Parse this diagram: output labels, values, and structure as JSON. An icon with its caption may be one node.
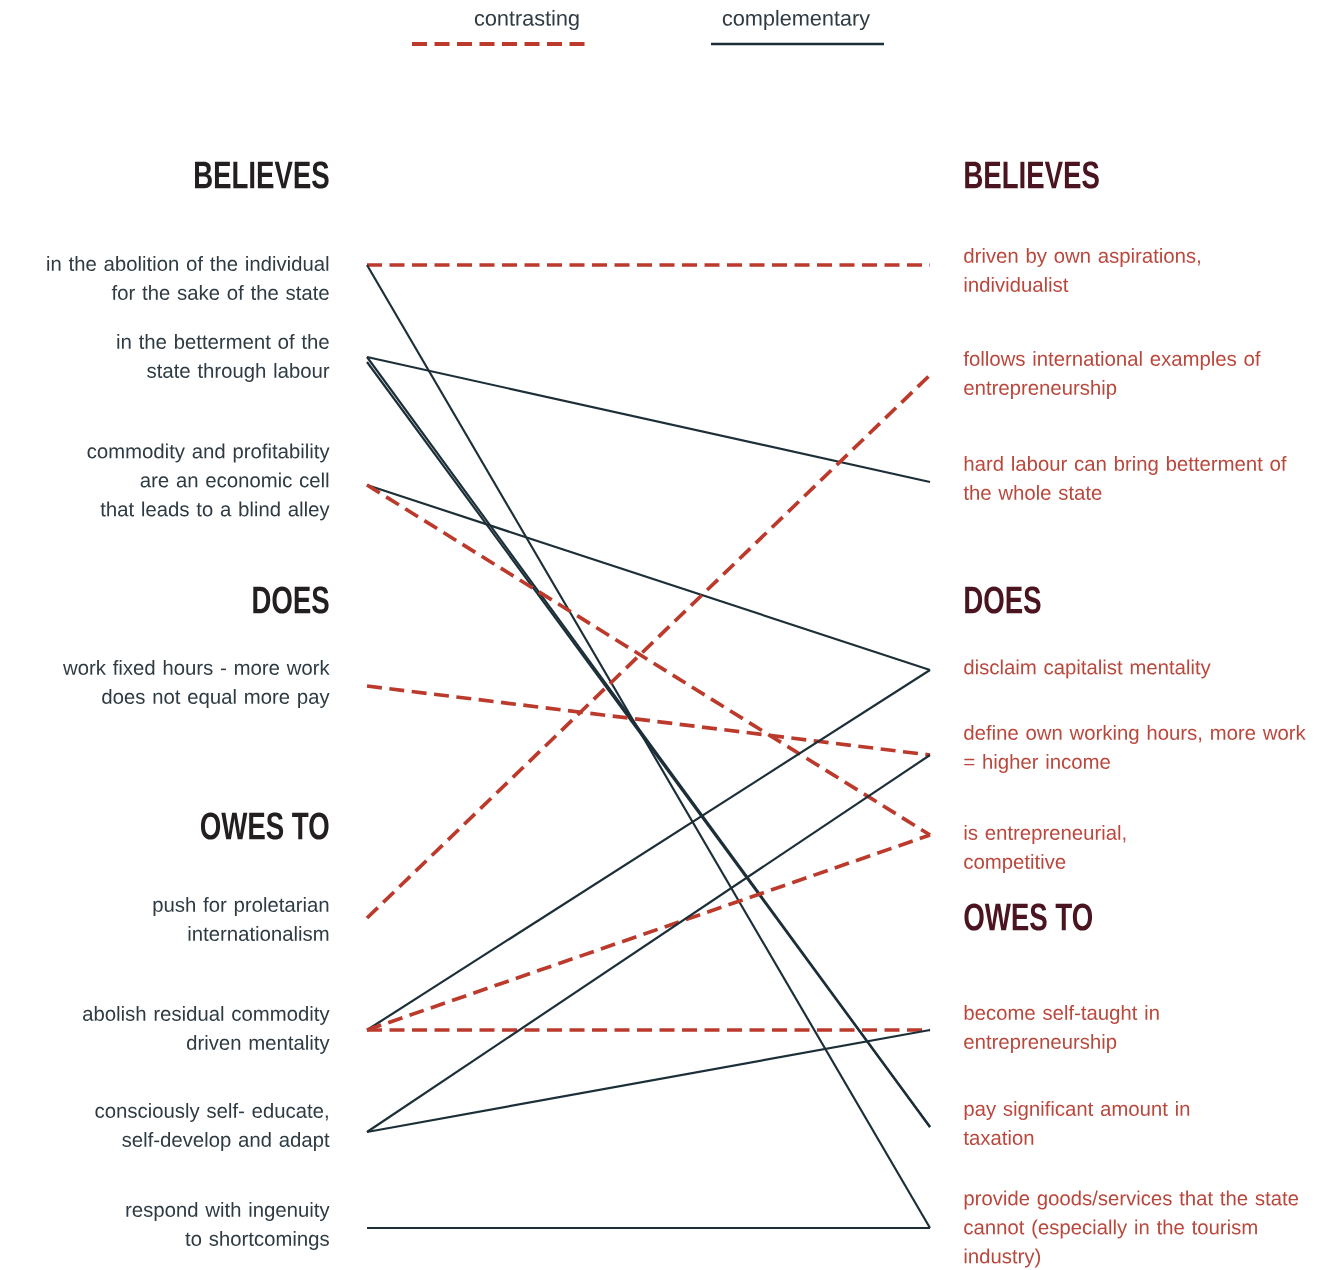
{
  "diagram": {
    "nodes": [
      {
        "text": [
          "in the abolition of the individual for the sake of the state"
        ]
      },
      {
        "text": [
          "in the betterment of the state through labour"
        ]
      },
      {
        "text": [
          "commodity and profitability are an economic cell that leads to a blind alley"
        ]
      },
      {
        "text": [
          "work fixed hours - more work does not equal more pay"
        ]
      },
      {
        "text": [
          "push for proletarian internationalism"
        ]
      },
      {
        "text": [
          "abolish residual commodity driven mentality"
        ]
      },
      {
        "text": [
          "consciously self- educate, self-develop and adapt"
        ]
      },
      {
        "text": [
          "respond with ingenuity to shortcomings"
        ]
      },
      {
        "text": [
          "driven by own aspirations, individualist"
        ]
      },
      {
        "text": [
          "follows international examples of entrepreneurship"
        ]
      },
      {
        "text": [
          "hard labour can bring betterment of the whole state"
        ]
      },
      {
        "text": [
          "disclaim capitalist mentality"
        ]
      },
      {
        "text": [
          "define own working hours, more work = higher income"
        ]
      },
      {
        "text": [
          "is entrepreneurial, competitive"
        ]
      },
      {
        "text": [
          "become self-taught in entrepreneurship"
        ]
      },
      {
        "text": [
          "pay significant amount in taxation"
        ]
      },
      {
        "text": [
          "provide goods/services that the state cannot (especially in the tourism industry)"
        ]
      }
    ],
    "edges": [
      {
        "from": 0,
        "to": 8,
        "arrow": "none",
        "style": "dashed",
        "color": "#bb3a2c"
      },
      {
        "from": 0,
        "to": 16,
        "arrow": "none"
      },
      {
        "from": 1,
        "to": 10,
        "arrow": "none"
      },
      {
        "from": 1,
        "to": 15,
        "arrow": "none"
      },
      {
        "from": 1,
        "to": 15,
        "arrow": "none"
      },
      {
        "from": 2,
        "to": 11,
        "arrow": "none"
      },
      {
        "from": 2,
        "to": 13,
        "arrow": "none",
        "style": "dashed",
        "color": "#bb3a2c"
      },
      {
        "from": 3,
        "to": 12,
        "arrow": "none",
        "style": "dashed",
        "color": "#bb3a2c"
      },
      {
        "from": 4,
        "to": 9,
        "arrow": "none",
        "style": "dashed",
        "color": "#bb3a2c"
      },
      {
        "from": 5,
        "to": 11,
        "arrow": "none"
      },
      {
        "from": 5,
        "to": 13,
        "arrow": "none",
        "style": "dashed",
        "color": "#bb3a2c"
      },
      {
        "from": 5,
        "to": 14,
        "arrow": "none",
        "style": "dashed",
        "color": "#bb3a2c"
      },
      {
        "from": 6,
        "to": 12,
        "arrow": "none"
      },
      {
        "from": 6,
        "to": 14,
        "arrow": "none"
      },
      {
        "from": 7,
        "to": 16,
        "arrow": "none"
      }
    ],
    "labels": [
      "BELIEVES",
      "BELIEVES",
      "DOES",
      "DOES",
      "OWES TO",
      "OWES TO"
    ],
    "legend": [
      {
        "text": "contrasting"
      },
      {
        "text": "complementary"
      }
    ]
  }
}
